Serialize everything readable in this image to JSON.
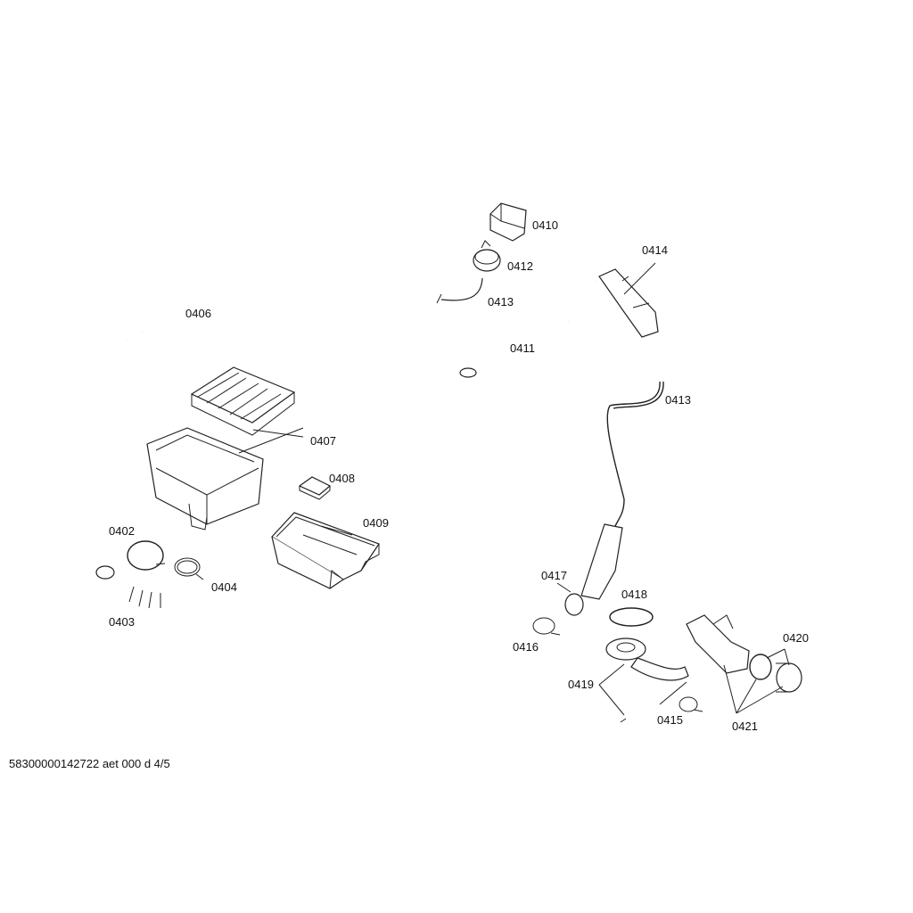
{
  "diagram": {
    "labels": {
      "p0402": "0402",
      "p0403": "0403",
      "p0404": "0404",
      "p0406": "0406",
      "p0407": "0407",
      "p0408": "0408",
      "p0409": "0409",
      "p0410": "0410",
      "p0411": "0411",
      "p0412": "0412",
      "p0413a": "0413",
      "p0413b": "0413",
      "p0414": "0414",
      "p0415": "0415",
      "p0416": "0416",
      "p0417": "0417",
      "p0418": "0418",
      "p0419": "0419",
      "p0420": "0420",
      "p0421": "0421"
    },
    "footer": "58300000142722 aet 000 d 4/5"
  }
}
